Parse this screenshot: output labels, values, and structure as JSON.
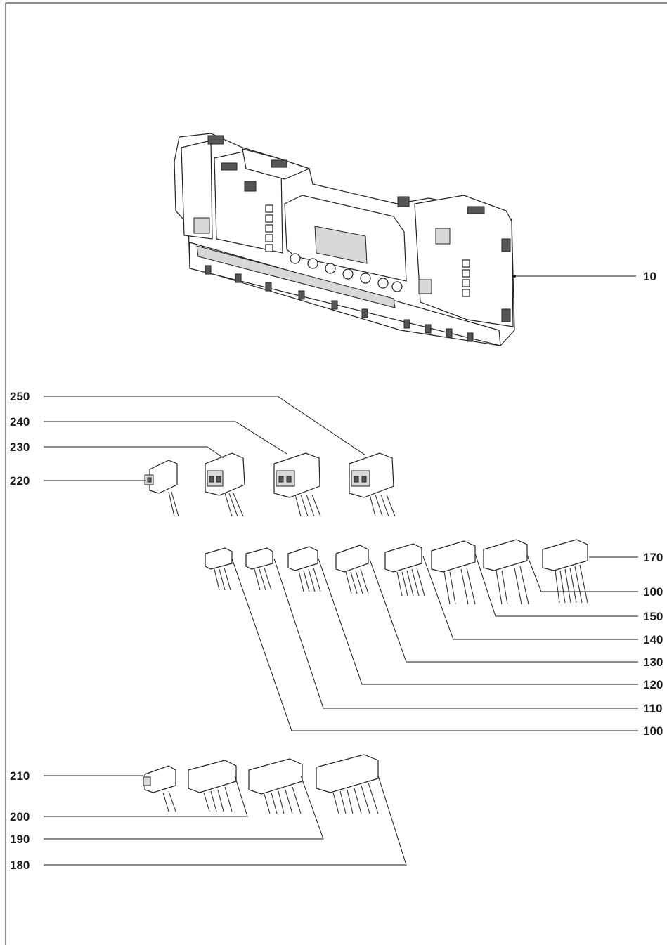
{
  "labels": {
    "main_unit": "10",
    "c250": "250",
    "c240": "240",
    "c230": "230",
    "c220": "220",
    "c170": "170",
    "c160": "100",
    "c150": "150",
    "c140": "140",
    "c130": "130",
    "c120": "120",
    "c110": "110",
    "c100": "100",
    "c210": "210",
    "c200": "200",
    "c190": "190",
    "c180": "180"
  }
}
